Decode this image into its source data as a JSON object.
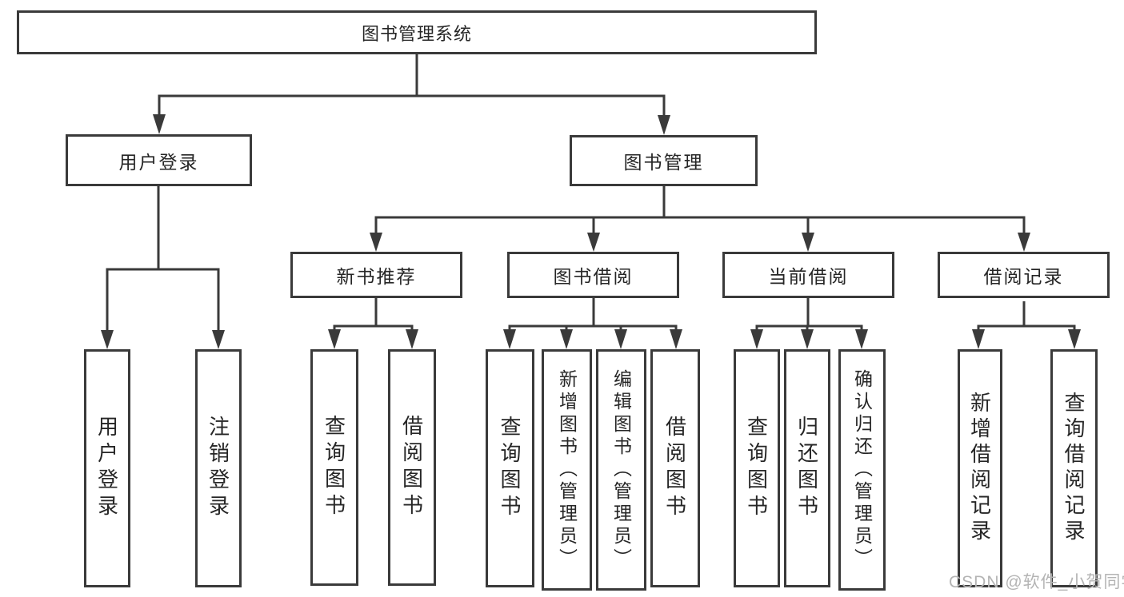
{
  "nodes": {
    "root": "图书管理系统",
    "user_login": "用户登录",
    "book_mgmt": "图书管理",
    "new_book_rec": "新书推荐",
    "book_borrow": "图书借阅",
    "current_borrow": "当前借阅",
    "borrow_record": "借阅记录",
    "leaf_user_login": "用户登录",
    "leaf_logout": "注销登录",
    "leaf_rec_query_book": "查询图书",
    "leaf_rec_borrow_book": "借阅图书",
    "leaf_bb_query_book": "查询图书",
    "leaf_bb_add_book": "新增图书（管理员）",
    "leaf_bb_edit_book": "编辑图书（管理员）",
    "leaf_bb_borrow_book": "借阅图书",
    "leaf_cb_query_book": "查询图书",
    "leaf_cb_return_book": "归还图书",
    "leaf_cb_confirm_return": "确认归还（管理员）",
    "leaf_br_add_record": "新增借阅记录",
    "leaf_br_query_record": "查询借阅记录"
  },
  "watermark": "CSDN @软件_小贺同学",
  "colors": {
    "line": "#3a3a3a",
    "text": "#262626",
    "watermark": "#b4b4b4",
    "background": "#ffffff"
  }
}
